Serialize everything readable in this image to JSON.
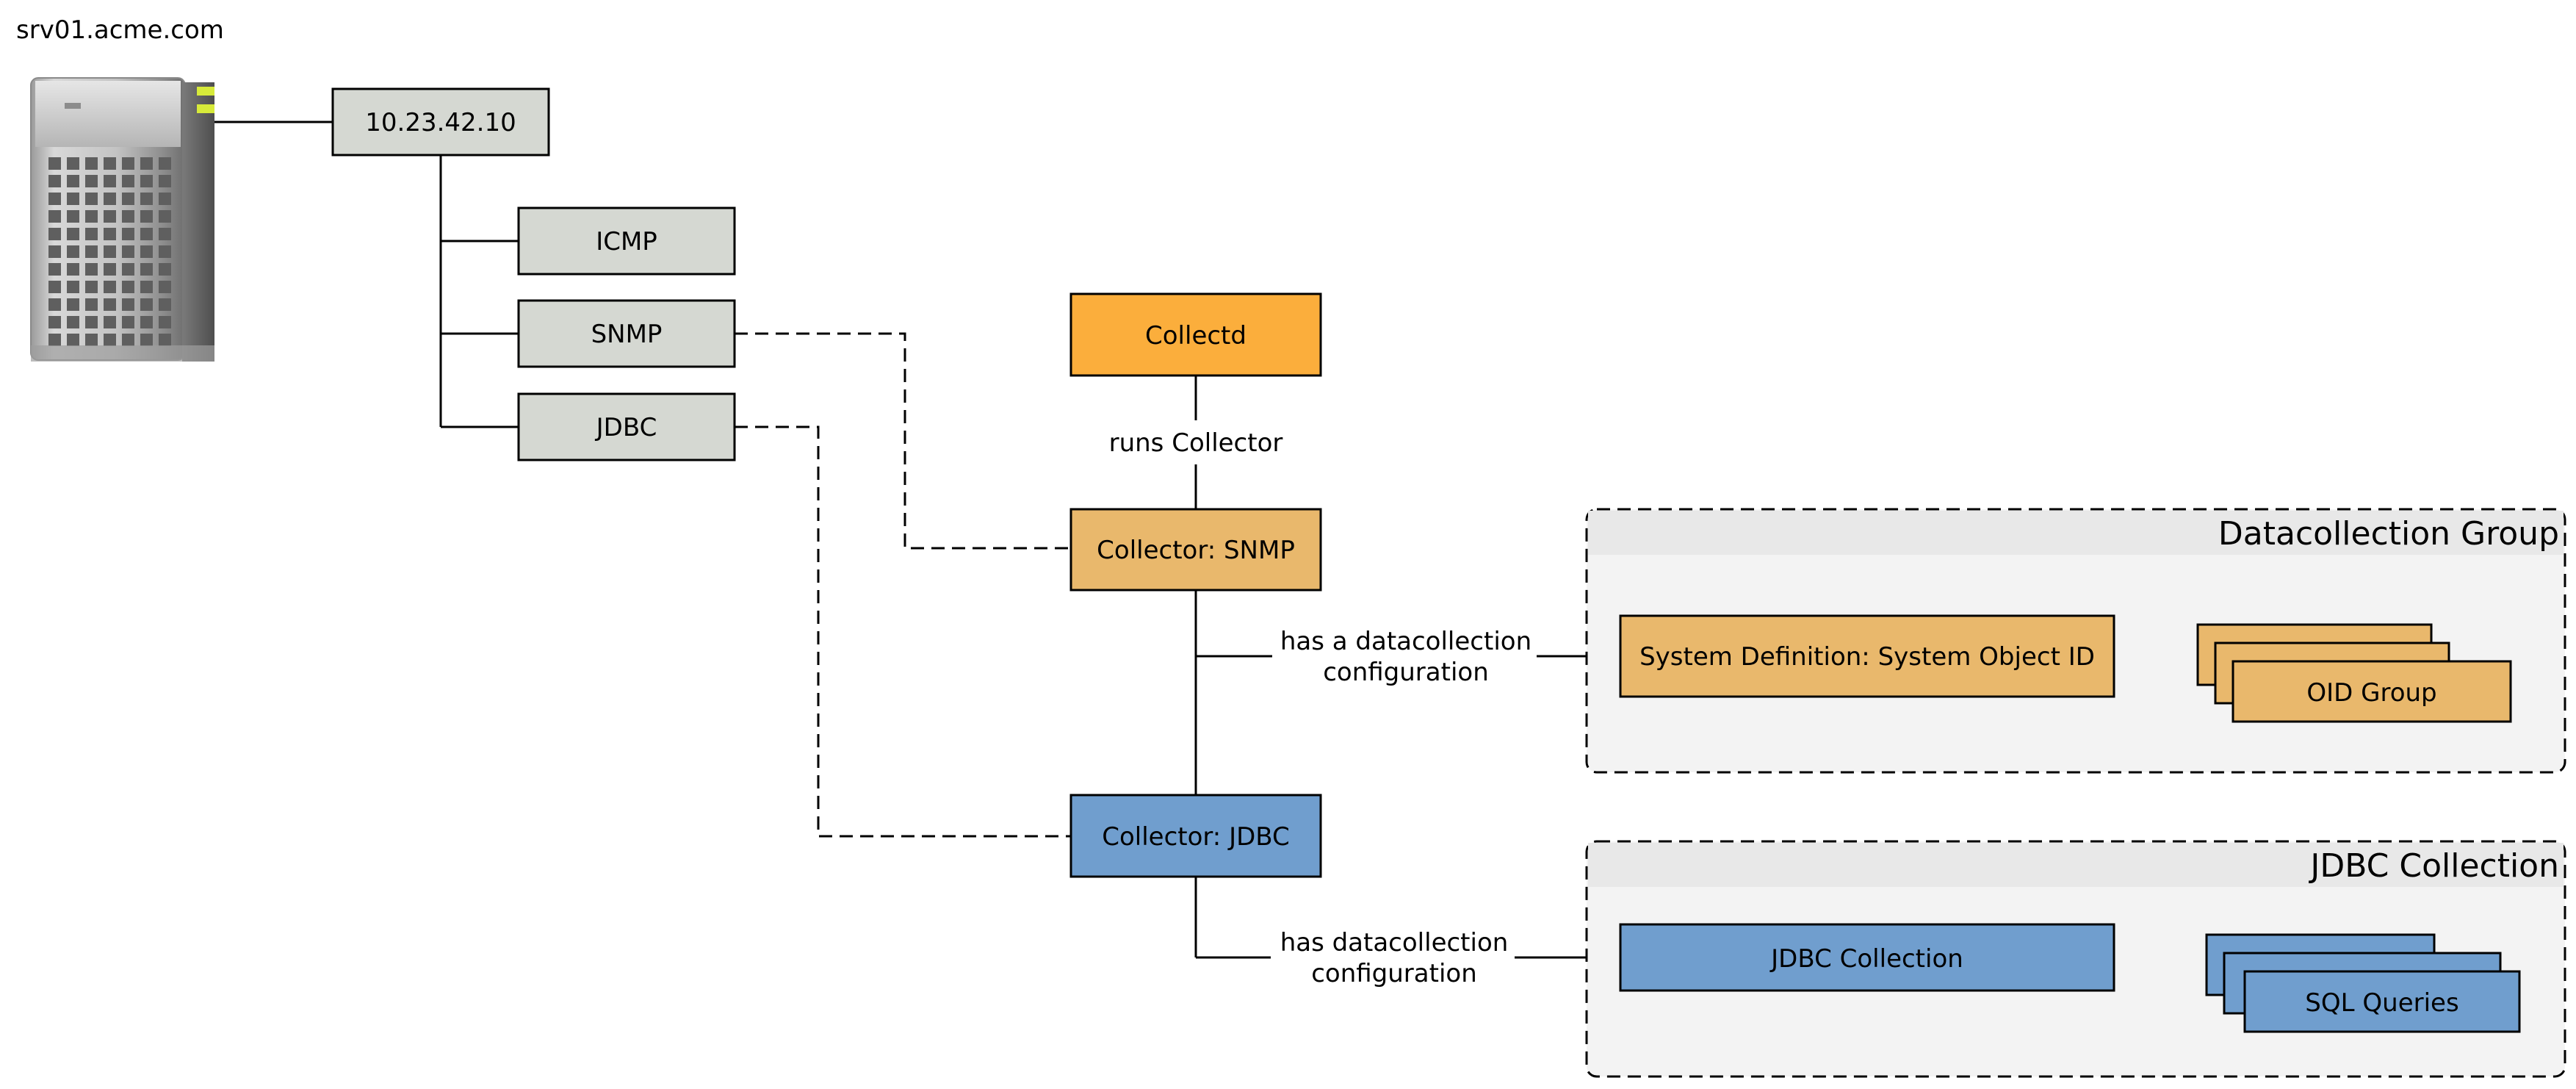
{
  "server": {
    "hostname": "srv01.acme.com",
    "icon": "server-tower-icon"
  },
  "nodes": {
    "ip": "10.23.42.10",
    "icmp": "ICMP",
    "snmp": "SNMP",
    "jdbc": "JDBC",
    "collectd": "Collectd",
    "collector_snmp": "Collector: SNMP",
    "collector_jdbc": "Collector: JDBC",
    "system_definition": "System Definition: System Object ID",
    "oid_group": "OID Group",
    "jdbc_collection": "JDBC Collection",
    "sql_queries": "SQL Queries"
  },
  "edges": {
    "runs_collector": "runs Collector",
    "has_a_datacollection_line1": "has a datacollection",
    "has_a_datacollection_line2": "configuration",
    "has_datacollection_line1": "has datacollection",
    "has_datacollection_line2": "configuration"
  },
  "groups": {
    "datacollection_group": "Datacollection Group",
    "jdbc_collection_group": "JDBC Collection"
  },
  "colors": {
    "gray_box": "#d5d8d2",
    "collectd_orange": "#fbae3c",
    "snmp_orange": "#e9b86c",
    "jdbc_blue": "#709ece",
    "group_bg": "#f3f3f3",
    "group_header": "#e8e8e8"
  }
}
